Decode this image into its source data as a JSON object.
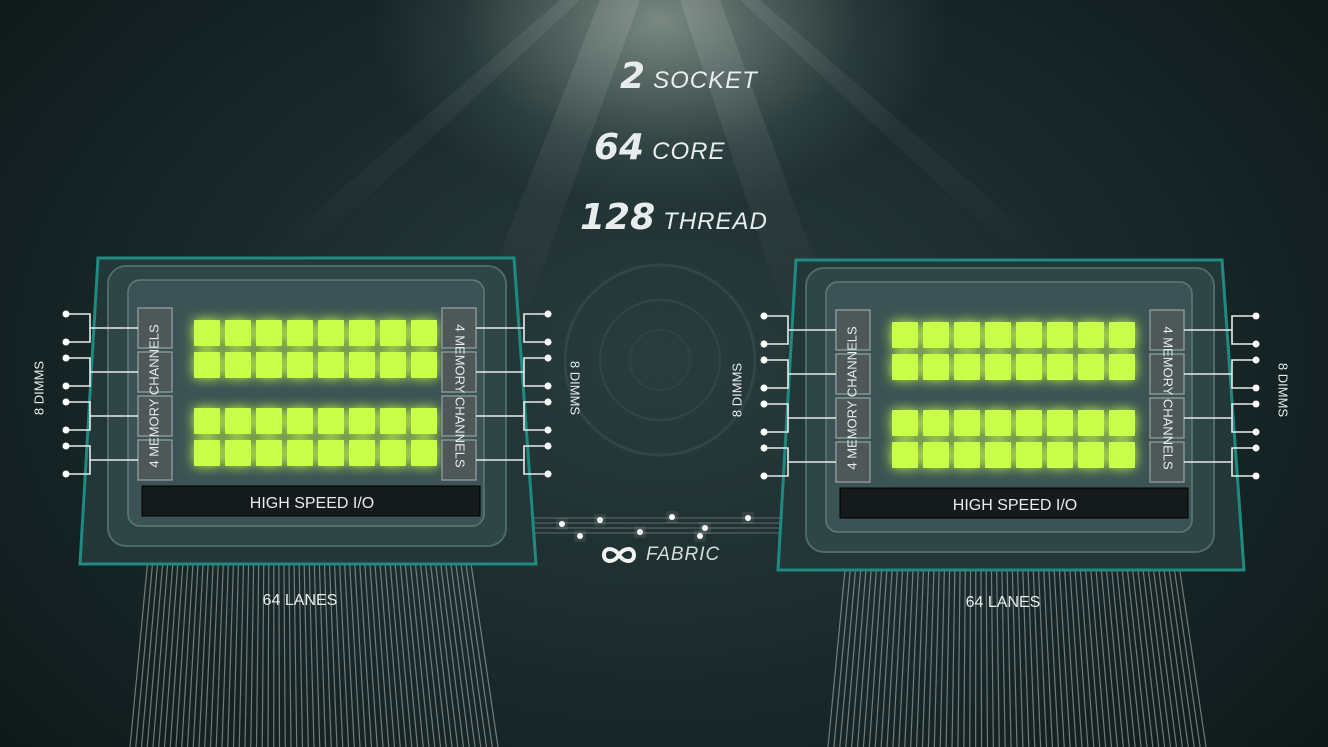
{
  "stats": [
    {
      "number": "2",
      "label": "SOCKET"
    },
    {
      "number": "64",
      "label": "CORE"
    },
    {
      "number": "128",
      "label": "THREAD"
    }
  ],
  "fabric": {
    "icon": "infinity-icon",
    "label": "FABRIC"
  },
  "sockets": [
    {
      "io_label": "HIGH SPEED I/O",
      "lanes_label": "64 LANES",
      "left_memory_label": "4 MEMORY CHANNELS",
      "right_memory_label": "4 MEMORY CHANNELS",
      "left_dimms_label": "8 DIMMS",
      "right_dimms_label": "8 DIMMS"
    },
    {
      "io_label": "HIGH SPEED I/O",
      "lanes_label": "64 LANES",
      "left_memory_label": "4 MEMORY CHANNELS",
      "right_memory_label": "4 MEMORY CHANNELS",
      "left_dimms_label": "8 DIMMS",
      "right_dimms_label": "8 DIMMS"
    }
  ],
  "colors": {
    "core": "#c9ff4a",
    "package_border": "#1f8a80",
    "package_fill": "#2f4546",
    "io_bar": "#151a1a",
    "text": "#e8ecec"
  }
}
